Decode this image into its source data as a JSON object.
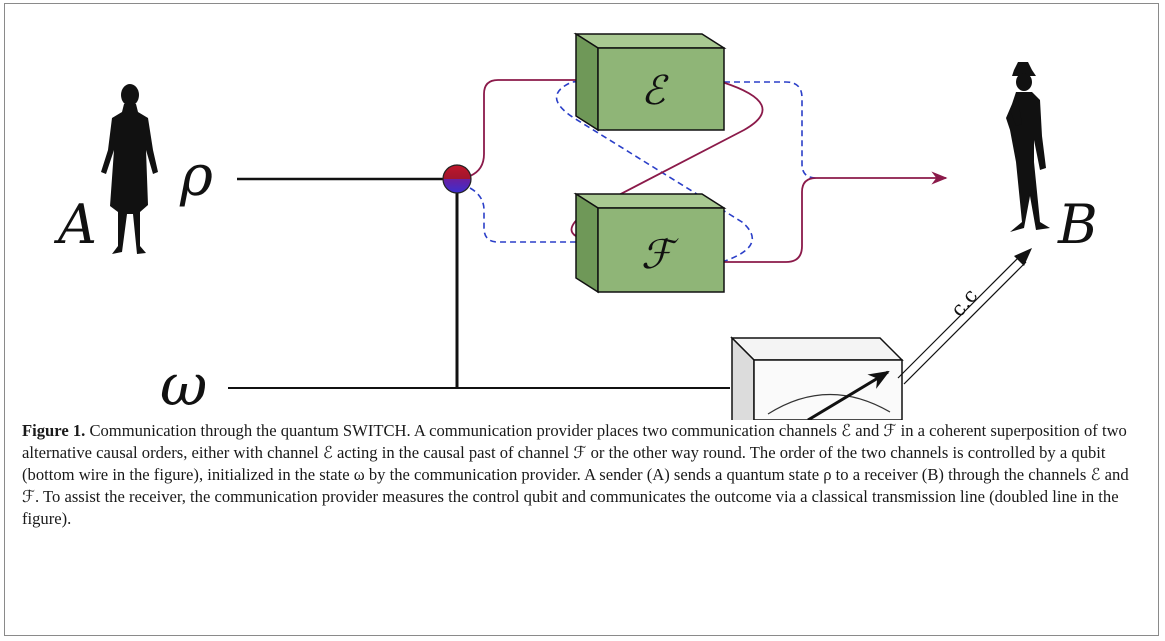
{
  "figure": {
    "labels": {
      "sender": "A",
      "receiver": "B",
      "state": "ρ",
      "control": "ω",
      "channel_e": "ℰ",
      "channel_f": "ℱ",
      "classical_line": "c.c"
    },
    "colors": {
      "box_face": "#8fb577",
      "box_top": "#a9c992",
      "box_side": "#6f9858",
      "path_solid": "#8b1a4a",
      "path_dashed": "#2b3fc8",
      "node_top": "#c0162a",
      "node_bottom": "#3b2fd0"
    }
  },
  "caption": {
    "label": "Figure 1.",
    "text": "  Communication through the quantum SWITCH. A communication provider places two communication channels ℰ and ℱ in a coherent superposition of two alternative causal orders, either with channel ℰ acting in the causal past of channel ℱ or the other way round. The order of the two channels is controlled by a qubit (bottom wire in the figure), initialized in the state ω by the communication provider. A sender (A) sends a quantum state ρ to a receiver (B) through the channels ℰ and ℱ. To assist the receiver, the communication provider measures the control qubit and communicates the outcome via a classical transmission line (doubled line in the figure)."
  }
}
